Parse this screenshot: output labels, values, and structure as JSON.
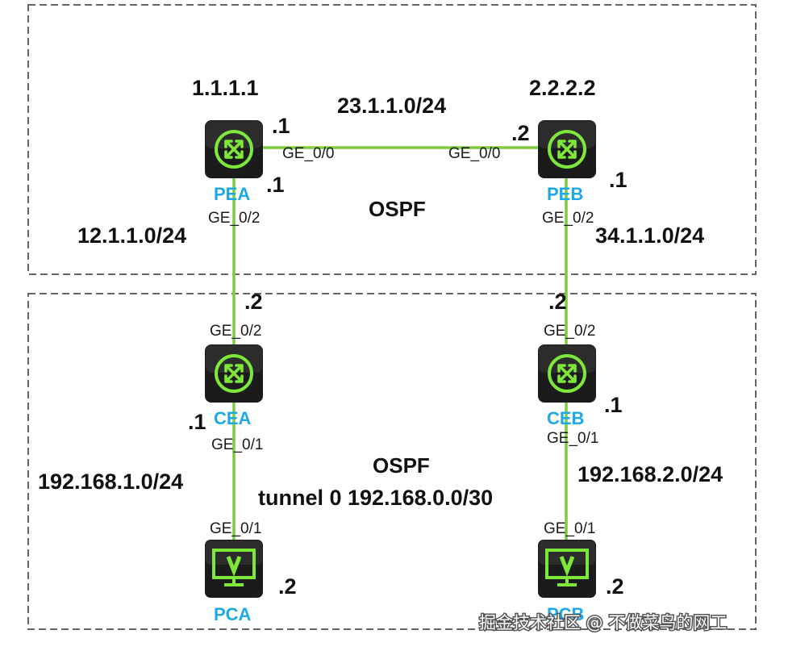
{
  "colors": {
    "link": "#7dcc3c",
    "device_body": "#1b1b1b",
    "device_accent": "#7ee83a",
    "device_label": "#1ea8e6",
    "region_border": "#666666"
  },
  "regions": {
    "top_protocol": "OSPF",
    "bottom_protocol": "OSPF"
  },
  "devices": {
    "pea": {
      "name": "PEA",
      "icon": "router-icon",
      "router_id": "1.1.1.1"
    },
    "peb": {
      "name": "PEB",
      "icon": "router-icon",
      "router_id": "2.2.2.2"
    },
    "cea": {
      "name": "CEA",
      "icon": "router-icon"
    },
    "ceb": {
      "name": "CEB",
      "icon": "router-icon"
    },
    "pca": {
      "name": "PCA",
      "icon": "pc-monitor-icon"
    },
    "pcb": {
      "name": "PCB",
      "icon": "pc-monitor-icon"
    }
  },
  "links": {
    "pea_peb": {
      "subnet": "23.1.1.0/24",
      "a_if": "GE_0/0",
      "a_host": ".1",
      "b_if": "GE_0/0",
      "b_host": ".2"
    },
    "pea_cea": {
      "subnet": "12.1.1.0/24",
      "a_if": "GE_0/2",
      "a_host": ".1",
      "b_if": "GE_0/2",
      "b_host": ".2"
    },
    "peb_ceb": {
      "subnet": "34.1.1.0/24",
      "a_if": "GE_0/2",
      "a_host": ".1",
      "b_if": "GE_0/2",
      "b_host": ".2"
    },
    "cea_pca": {
      "subnet": "192.168.1.0/24",
      "a_if": "GE_0/1",
      "a_host": ".1",
      "b_if": "GE_0/1",
      "b_host": ".2"
    },
    "ceb_pcb": {
      "subnet": "192.168.2.0/24",
      "a_if": "GE_0/1",
      "a_host": ".1",
      "b_if": "GE_0/1",
      "b_host": ".2"
    }
  },
  "tunnel": {
    "label": "tunnel 0 192.168.0.0/30"
  },
  "watermark": "掘金技术社区 @ 不做菜鸟的网工"
}
